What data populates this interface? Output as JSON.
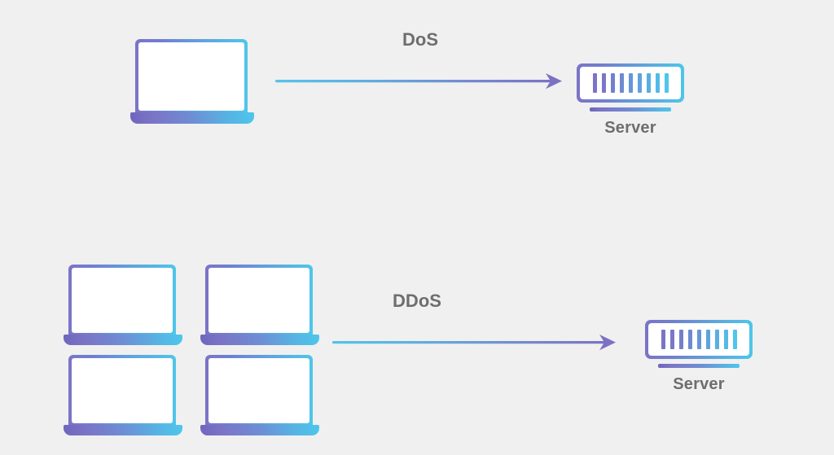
{
  "diagram": {
    "title": "DoS vs DDoS attack diagram",
    "background_color": "#f0f0f0",
    "gradient_start_color": "#7b74c6",
    "gradient_end_color": "#4ec6ea",
    "text_color": "#6e6e6e",
    "server_bar_count": 9
  },
  "rows": [
    {
      "id": "dos",
      "attack_label": "DoS",
      "server_label": "Server",
      "attacker_count": 1,
      "attackers": [
        {
          "name": "attacker-laptop-1"
        }
      ]
    },
    {
      "id": "ddos",
      "attack_label": "DDoS",
      "server_label": "Server",
      "attacker_count": 4,
      "attackers": [
        {
          "name": "attacker-laptop-1"
        },
        {
          "name": "attacker-laptop-2"
        },
        {
          "name": "attacker-laptop-3"
        },
        {
          "name": "attacker-laptop-4"
        }
      ]
    }
  ]
}
